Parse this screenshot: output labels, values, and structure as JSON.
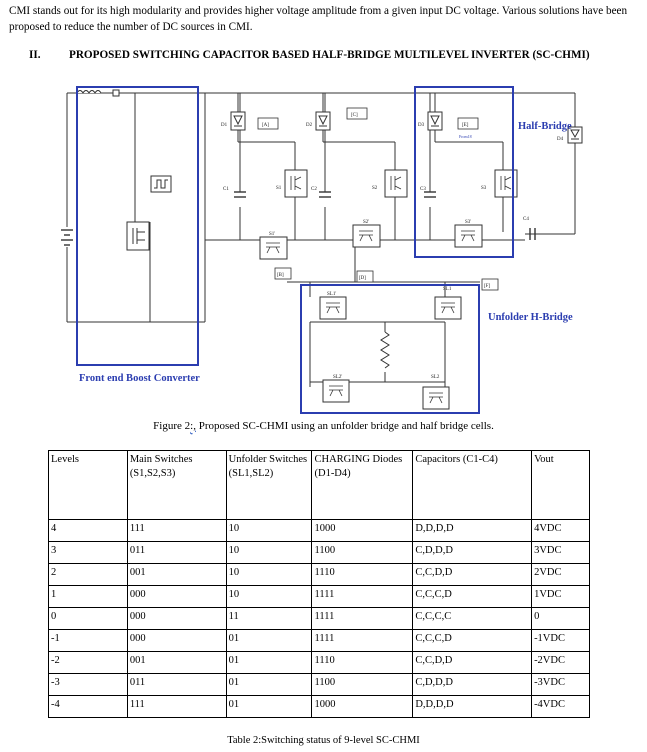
{
  "intro_text": "CMI stands out for its high modularity and provides higher voltage amplitude from a given input DC voltage. Various solutions have been proposed to reduce the number of DC sources in  CMI.",
  "section": {
    "number": "II.",
    "title": "PROPOSED SWITCHING CAPACITOR BASED HALF-BRIDGE MULTILEVEL INVERTER (SC-CHMI)"
  },
  "figure": {
    "labels": {
      "half_bridge": "Half-Bridge",
      "unfolder": "Unfolder H-Bridge",
      "boost": "Front end Boost Converter"
    },
    "components": {
      "d1": "D1",
      "d2": "D2",
      "d3": "D3",
      "d4": "D4",
      "c1": "C1",
      "c2": "C2",
      "c3": "C3",
      "c4": "C4",
      "s1": "S1",
      "s2": "S2",
      "s3": "S3",
      "s1p": "S1'",
      "s2p": "S2'",
      "s3p": "S3'",
      "sl1": "SL1",
      "sl1p": "SL1'",
      "sl2": "SL2",
      "sl2p": "SL2'",
      "goto_a": "[A]",
      "goto_c": "[C]",
      "goto_e": "[E]",
      "from_b": "[B]",
      "from_d": "[D]",
      "from_f": "[F]",
      "from_tag": "From18"
    },
    "caption_prefix": "Figure 2",
    "caption_mark": ":,",
    "caption_text": " Proposed SC-CHMI using an unfolder bridge and half bridge cells."
  },
  "table": {
    "headers": [
      "Levels",
      "Main Switches (S1,S2,S3)",
      "Unfolder Switches (SL1,SL2)",
      "CHARGING Diodes (D1-D4)",
      "Capacitors (C1-C4)",
      "Vout"
    ],
    "rows": [
      [
        "4",
        "111",
        "10",
        "1000",
        "D,D,D,D",
        "4VDC"
      ],
      [
        "3",
        "011",
        "10",
        "1100",
        "C,D,D,D",
        "3VDC"
      ],
      [
        "2",
        "001",
        "10",
        "1110",
        "C,C,D,D",
        "2VDC"
      ],
      [
        "1",
        "000",
        "10",
        "1111",
        "C,C,C,D",
        "1VDC"
      ],
      [
        "0",
        "000",
        "11",
        "1111",
        "C,C,C,C",
        "0"
      ],
      [
        "-1",
        "000",
        "01",
        "1111",
        "C,C,C,D",
        "-1VDC"
      ],
      [
        "-2",
        "001",
        "01",
        "1110",
        "C,C,D,D",
        "-2VDC"
      ],
      [
        "-3",
        "011",
        "01",
        "1100",
        "C,D,D,D",
        "-3VDC"
      ],
      [
        "-4",
        "111",
        "01",
        "1000",
        "D,D,D,D",
        "-4VDC"
      ]
    ],
    "caption": "Table 2:Switching status of 9-level SC-CHMI"
  },
  "colors": {
    "highlight_box": "#2b3db0",
    "label_blue": "#2b3db0",
    "wire": "#333333"
  }
}
